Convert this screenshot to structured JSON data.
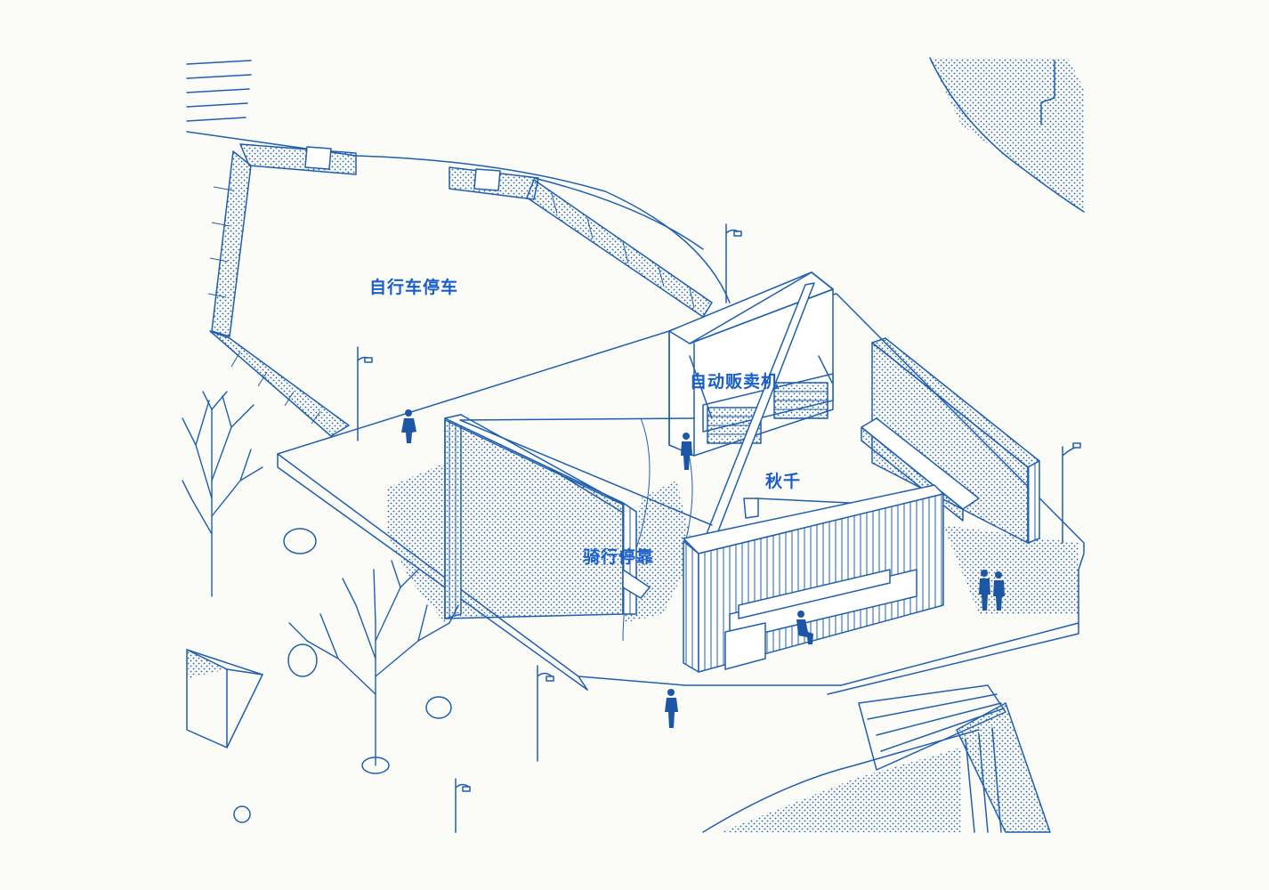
{
  "labels": {
    "bike_parking": "自行车停车",
    "vending_machine": "自动贩卖机",
    "swing": "秋千",
    "bike_stop": "骑行停靠"
  },
  "colors": {
    "line": "#1f5fae",
    "label": "#1a5fc9",
    "background": "#fbfbf8",
    "figure": "#1c56a5"
  }
}
